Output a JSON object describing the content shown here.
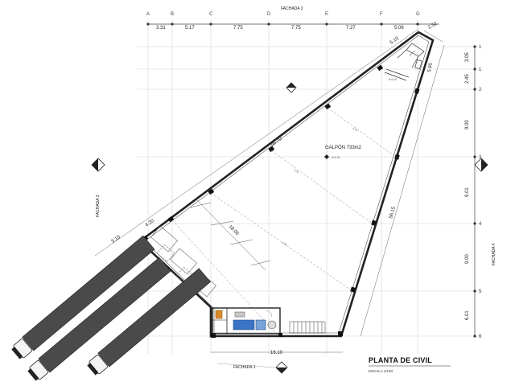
{
  "column_axes": {
    "letters": [
      "A",
      "B",
      "C",
      "D",
      "E",
      "F",
      "G"
    ],
    "spacings": [
      "3.31",
      "5.17",
      "7.75",
      "7.75",
      "7.27",
      "5.06",
      "2.52"
    ]
  },
  "row_axes": {
    "numbers": [
      "1",
      "1",
      "2",
      "3",
      "4",
      "5",
      "6"
    ],
    "spacings": [
      "3.05",
      "2.45",
      "9.00",
      "9.01",
      "9.00",
      "6.01"
    ]
  },
  "elevation_labels": {
    "f1": "FACHADA 1",
    "f2": "FACHADA 2",
    "f3": "FACHADA 3",
    "f4": "FACHADA 4"
  },
  "room": {
    "name": "GALPÓN 733m2",
    "level": "N+0.00"
  },
  "dimensions": {
    "bottom_width": "16.10",
    "hyp_left": "4.20",
    "hyp_main": "56.70",
    "right_side": "56.15",
    "truck_depth": "18.00",
    "top_a": "5.10",
    "right_top": "5.95",
    "left_small": "5.10",
    "in_a": "4.70",
    "in_b": "4.70",
    "in_c": "4.70"
  },
  "title_block": {
    "title": "PLANTA DE CIVIL",
    "scale": "ESCALA 1/100"
  }
}
